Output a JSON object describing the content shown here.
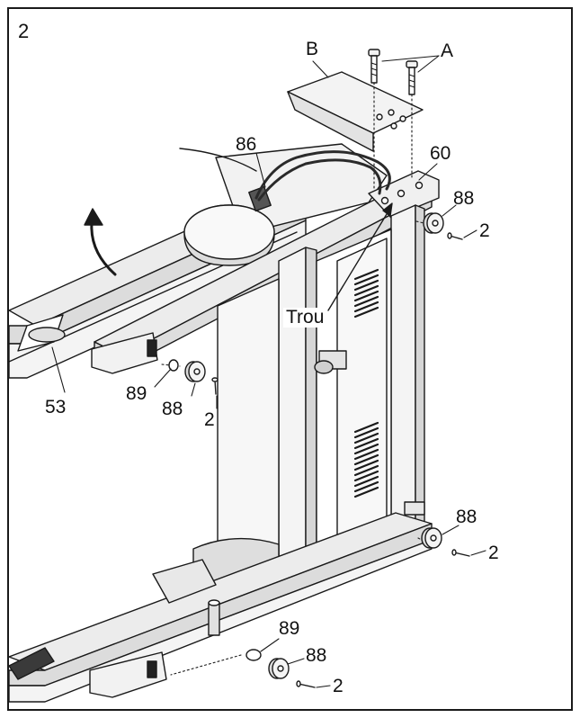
{
  "step_number": "2",
  "labels": {
    "A": "A",
    "B": "B",
    "trou": "Trou",
    "part_86": "86",
    "part_60": "60",
    "part_53": "53",
    "part_88_upper": "88",
    "part_2_upper": "2",
    "part_89_mid": "89",
    "part_88_mid": "88",
    "part_2_mid": "2",
    "part_88_lower_right": "88",
    "part_2_lower_right": "2",
    "part_89_bottom": "89",
    "part_88_bottom": "88",
    "part_2_bottom": "2"
  },
  "colors": {
    "line": "#1a1a1a",
    "metal_fill": "#e9e9e9",
    "shadow_fill": "#cfcfcf",
    "dark_fill": "#3a3a3a",
    "background": "#ffffff"
  }
}
